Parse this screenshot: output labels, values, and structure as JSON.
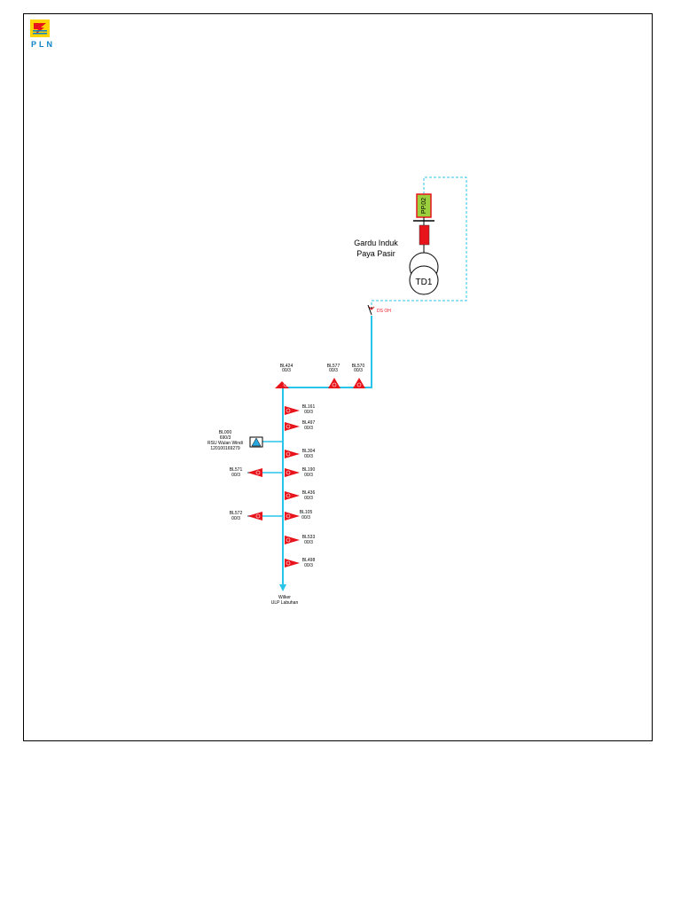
{
  "logo": {
    "text": "PLN"
  },
  "substation": {
    "name_line1": "Gardu Induk",
    "name_line2": "Paya Pasir",
    "transformer": "TD1",
    "feeder_breaker": "PP.02"
  },
  "switch": {
    "label": "DS OH"
  },
  "top_nodes": [
    {
      "id": "BL424",
      "sub": "00/3"
    },
    {
      "id": "BL577",
      "sub": "00/3"
    },
    {
      "id": "BL570",
      "sub": "00/3"
    }
  ],
  "right_nodes": [
    {
      "id": "BL161",
      "sub": "00/3"
    },
    {
      "id": "BL497",
      "sub": "00/3"
    },
    {
      "id": "BL304",
      "sub": "00/3"
    },
    {
      "id": "BL190",
      "sub": "00/3"
    },
    {
      "id": "BL436",
      "sub": "00/3"
    },
    {
      "id": "BL105",
      "sub": "00/3"
    },
    {
      "id": "BL533",
      "sub": "00/3"
    },
    {
      "id": "BL498",
      "sub": "00/3"
    }
  ],
  "left_nodes": [
    {
      "id": "BL571",
      "sub": "00/3"
    },
    {
      "id": "BL572",
      "sub": "00/3"
    }
  ],
  "customer": {
    "line1": "BL000",
    "line2": "690/3",
    "line3": "RSU Wulan Windi",
    "line4": "120100169279"
  },
  "end": {
    "line1": "Wilker",
    "line2": "ULP Labuhan"
  },
  "colors": {
    "line": "#29c4ea",
    "node": "#e8141c",
    "breaker": "#9ccf3d",
    "fuse": "#e8141c"
  }
}
